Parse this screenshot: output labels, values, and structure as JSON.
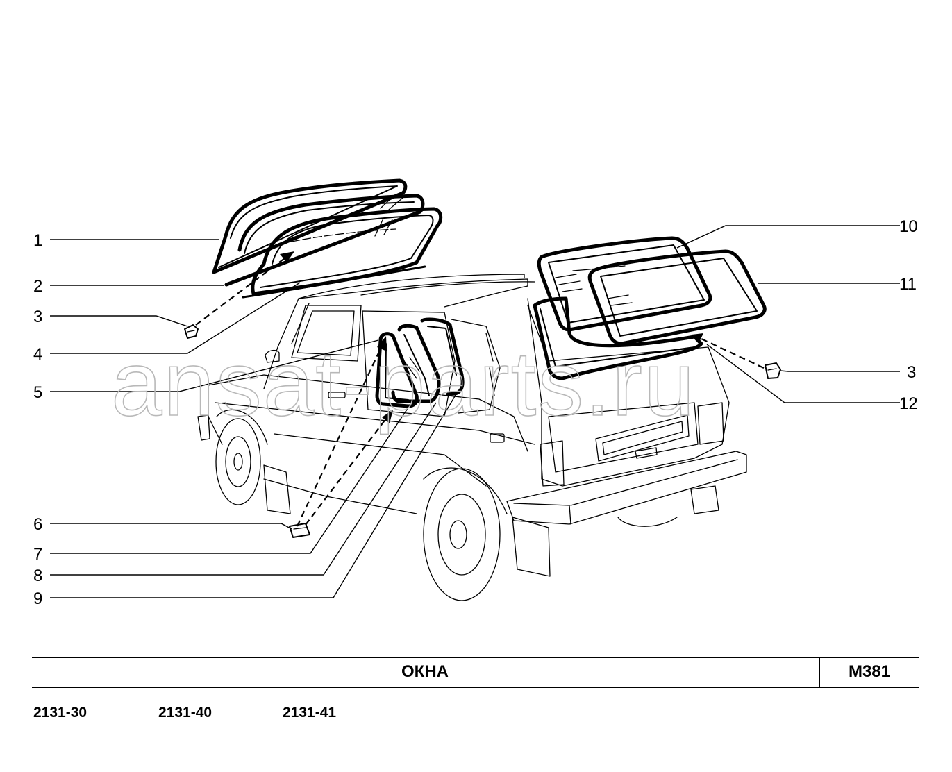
{
  "title": "ОКНА",
  "code": "M381",
  "models": [
    "2131-30",
    "2131-40",
    "2131-41"
  ],
  "watermark": "ansat-parts.ru",
  "callouts": [
    "1",
    "2",
    "3",
    "4",
    "5",
    "6",
    "7",
    "8",
    "9",
    "10",
    "11",
    "12",
    "3"
  ]
}
